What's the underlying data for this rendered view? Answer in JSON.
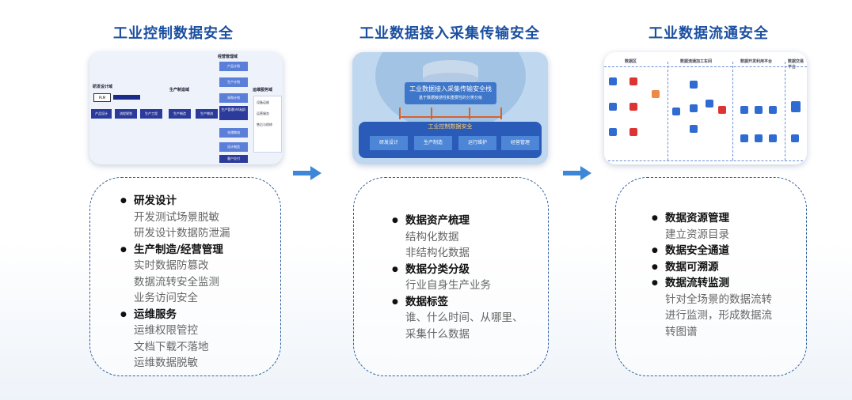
{
  "columns": [
    {
      "title": "工业控制数据安全",
      "items": [
        {
          "head": "研发设计",
          "subs": [
            "开发测试场景脱敏",
            "研发设计数据防泄漏"
          ]
        },
        {
          "head": "生产制造/经营管理",
          "subs": [
            "实时数据防篡改",
            "数据流转安全监测",
            "业务访问安全"
          ]
        },
        {
          "head": "运维服务",
          "subs": [
            "运维权限管控",
            "文档下载不落地",
            "运维数据脱敏"
          ]
        }
      ]
    },
    {
      "title": "工业数据接入采集传输安全",
      "items": [
        {
          "head": "数据资产梳理",
          "subs": [
            "结构化数据",
            "非结构化数据"
          ]
        },
        {
          "head": "数据分类分级",
          "subs": [
            "行业自身生产业务"
          ]
        },
        {
          "head": "数据标签",
          "subs": [
            "谁、什么时间、从哪里、",
            "采集什么数据"
          ]
        }
      ]
    },
    {
      "title": "工业数据流通安全",
      "items": [
        {
          "head": "数据资源管理",
          "subs": [
            "建立资源目录"
          ]
        },
        {
          "head": "数据安全通道",
          "subs": []
        },
        {
          "head": "数据可溯源",
          "subs": []
        },
        {
          "head": "数据流转监测",
          "subs": [
            "针对全场景的数据流转",
            "进行监测，形成数据流",
            "转图谱"
          ]
        }
      ]
    }
  ],
  "thumb1": {
    "stage_research": "研发设计域",
    "stage_production": "生产制造域",
    "stage_ops": "运维服务域",
    "stage_business": "经营管理域",
    "box_pm": "PLM",
    "flow": [
      "产品设计",
      "流程规划",
      "生产工程",
      "生产制造",
      "生产物流"
    ],
    "vertical": [
      "产品计划",
      "生产计划",
      "采购计划",
      "生产管理(市场部)",
      "仓储物流",
      "设计制造",
      "客户交付"
    ],
    "ops": [
      "设备运维",
      "运营服务",
      "售后与保修"
    ]
  },
  "thumb2": {
    "banner_title": "工业数据接入采集传输安全栈",
    "banner_sub": "基于数据敏感性和重要性的分类分级",
    "bar_title": "工业控制数据安全",
    "boxes": [
      "研发设计",
      "生产制造",
      "运行维护",
      "经营管理"
    ]
  },
  "thumb3": {
    "headers": [
      "数据区",
      "数据流通加工车间",
      "数据开发利用平台",
      "数据交易平台"
    ]
  },
  "colors": {
    "title": "#1b4fa0",
    "border": "#2e5e9c",
    "arrow": "#3d87d8"
  }
}
